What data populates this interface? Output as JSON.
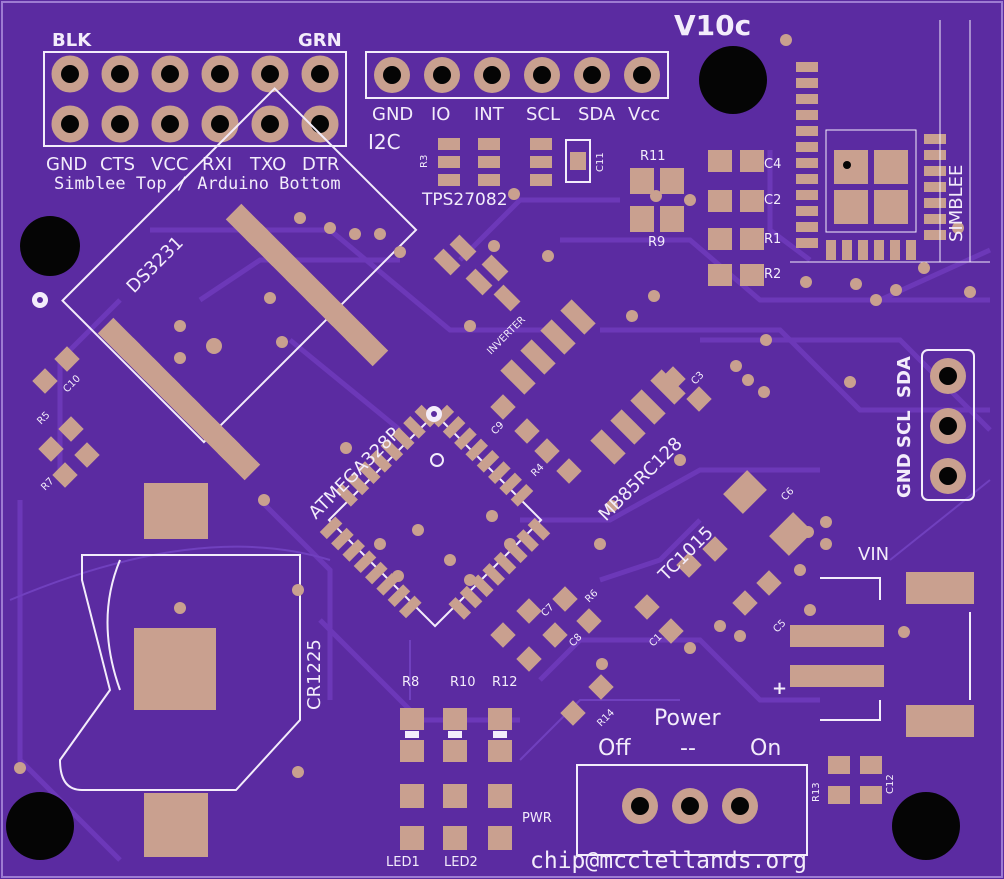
{
  "colors": {
    "board": "#5a2aa0",
    "trace": "#6a35b6",
    "silkscreen": "#f3ecfb",
    "pad": "#c9a08f",
    "hole": "#050505"
  },
  "header": {
    "version": "V10c",
    "left_top_labels": [
      "BLK",
      "GRN"
    ],
    "left_pin_labels": [
      "GND",
      "CTS",
      "VCC",
      "RXI",
      "TXO",
      "DTR"
    ],
    "subtitle": "Simblee Top / Arduino Bottom",
    "i2c_pin_labels": [
      "GND",
      "IO",
      "INT",
      "SCL",
      "SDA",
      "Vcc"
    ],
    "i2c_label": "I2C",
    "switch_ic": "TPS27082"
  },
  "components": {
    "r3": "R3",
    "c11": "C11",
    "r11": "R11",
    "r9": "R9",
    "c4": "C4",
    "c2": "C2",
    "r1": "R1",
    "r2": "R2",
    "simblee": "SIMBLEE",
    "rtc": "DS3231",
    "inverter": "INVERTER",
    "mcu": "ATMEGA328P",
    "fram": "MB85RC128",
    "reg": "TC1015",
    "battery": "CR1225",
    "c1": "C1",
    "c3": "C3",
    "c5": "C5",
    "c6": "C6",
    "c7": "C7",
    "c8": "C8",
    "c9": "C9",
    "c10": "C10",
    "c12": "C12",
    "r4": "R4",
    "r5": "R5",
    "r6": "R6",
    "r7": "R7",
    "r8": "R8",
    "r10": "R10",
    "r12": "R12",
    "r13": "R13",
    "r14": "R14",
    "led1": "LED1",
    "led2": "LED2",
    "pwr": "PWR",
    "right_header": [
      "GND",
      "SCL",
      "SDA"
    ],
    "vin": "VIN",
    "plus": "+"
  },
  "power_switch": {
    "title": "Power",
    "off": "Off",
    "mid": "--",
    "on": "On"
  },
  "email": "chip@mcclellands.org"
}
